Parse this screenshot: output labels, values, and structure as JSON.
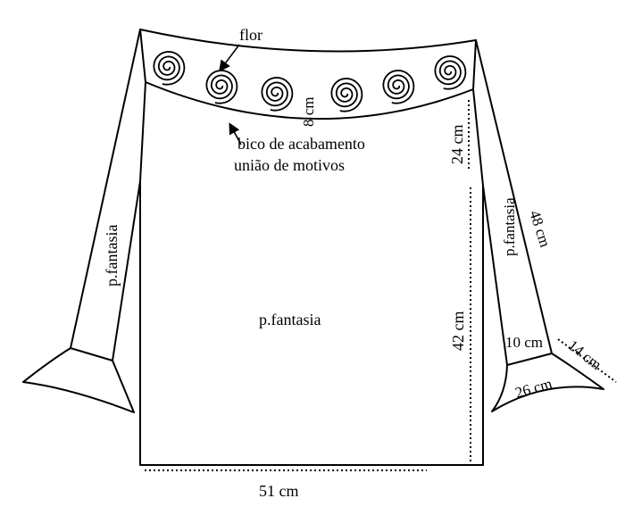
{
  "labels": {
    "flower": "flor",
    "yoke_height": "8 cm",
    "edging": "bico de acabamento",
    "motif_join": "união de motivos",
    "front_pattern": "p.fantasia",
    "sleeve_left_pattern": "p.fantasia",
    "sleeve_right_pattern": "p.fantasia",
    "upper_height": "24 cm",
    "body_height": "42 cm",
    "body_width": "51 cm",
    "sleeve_length": "48 cm",
    "cuff_width_top": "10 cm",
    "cuff_side": "14 cm",
    "cuff_bottom": "26 cm"
  },
  "motifs": {
    "count": 6,
    "name": "spiral flower motif"
  },
  "colors": {
    "ink": "#000000",
    "paper": "#ffffff"
  }
}
